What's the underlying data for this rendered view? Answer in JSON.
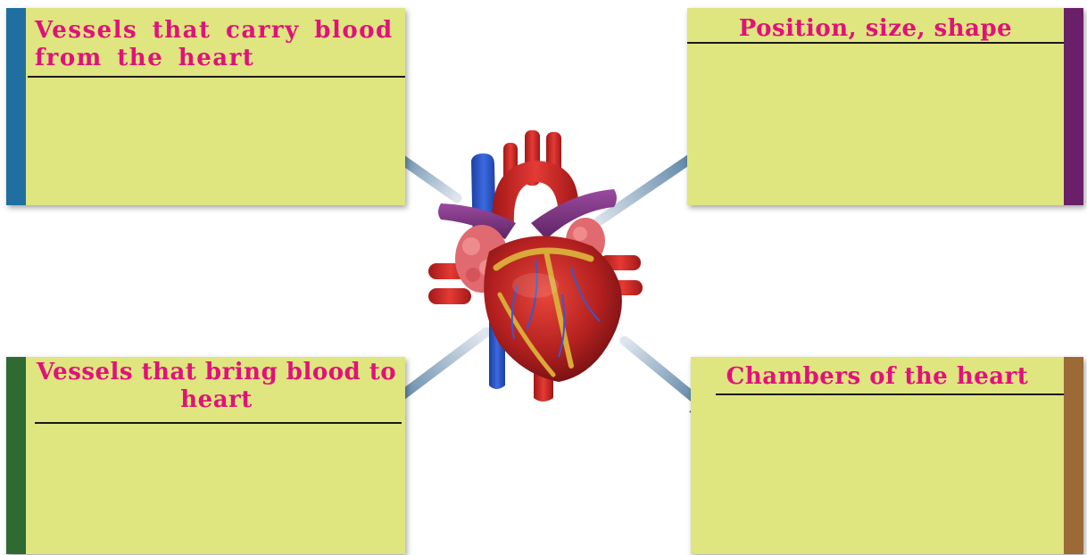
{
  "cards": {
    "top_left": {
      "title": "Vessels that carry blood from the heart",
      "color": "#1f6fa0"
    },
    "top_right": {
      "title": "Position, size, shape",
      "color": "#6a2068"
    },
    "bottom_left": {
      "title": "Vessels that bring blood to heart",
      "color": "#2f6a33"
    },
    "bottom_right": {
      "title": "Chambers of the heart",
      "color": "#9b6a36"
    }
  },
  "colors": {
    "card_fill": "#dfe57f",
    "title_text": "#e0127a",
    "arrow": "#3f6f96"
  },
  "center_image": "human-heart-illustration"
}
